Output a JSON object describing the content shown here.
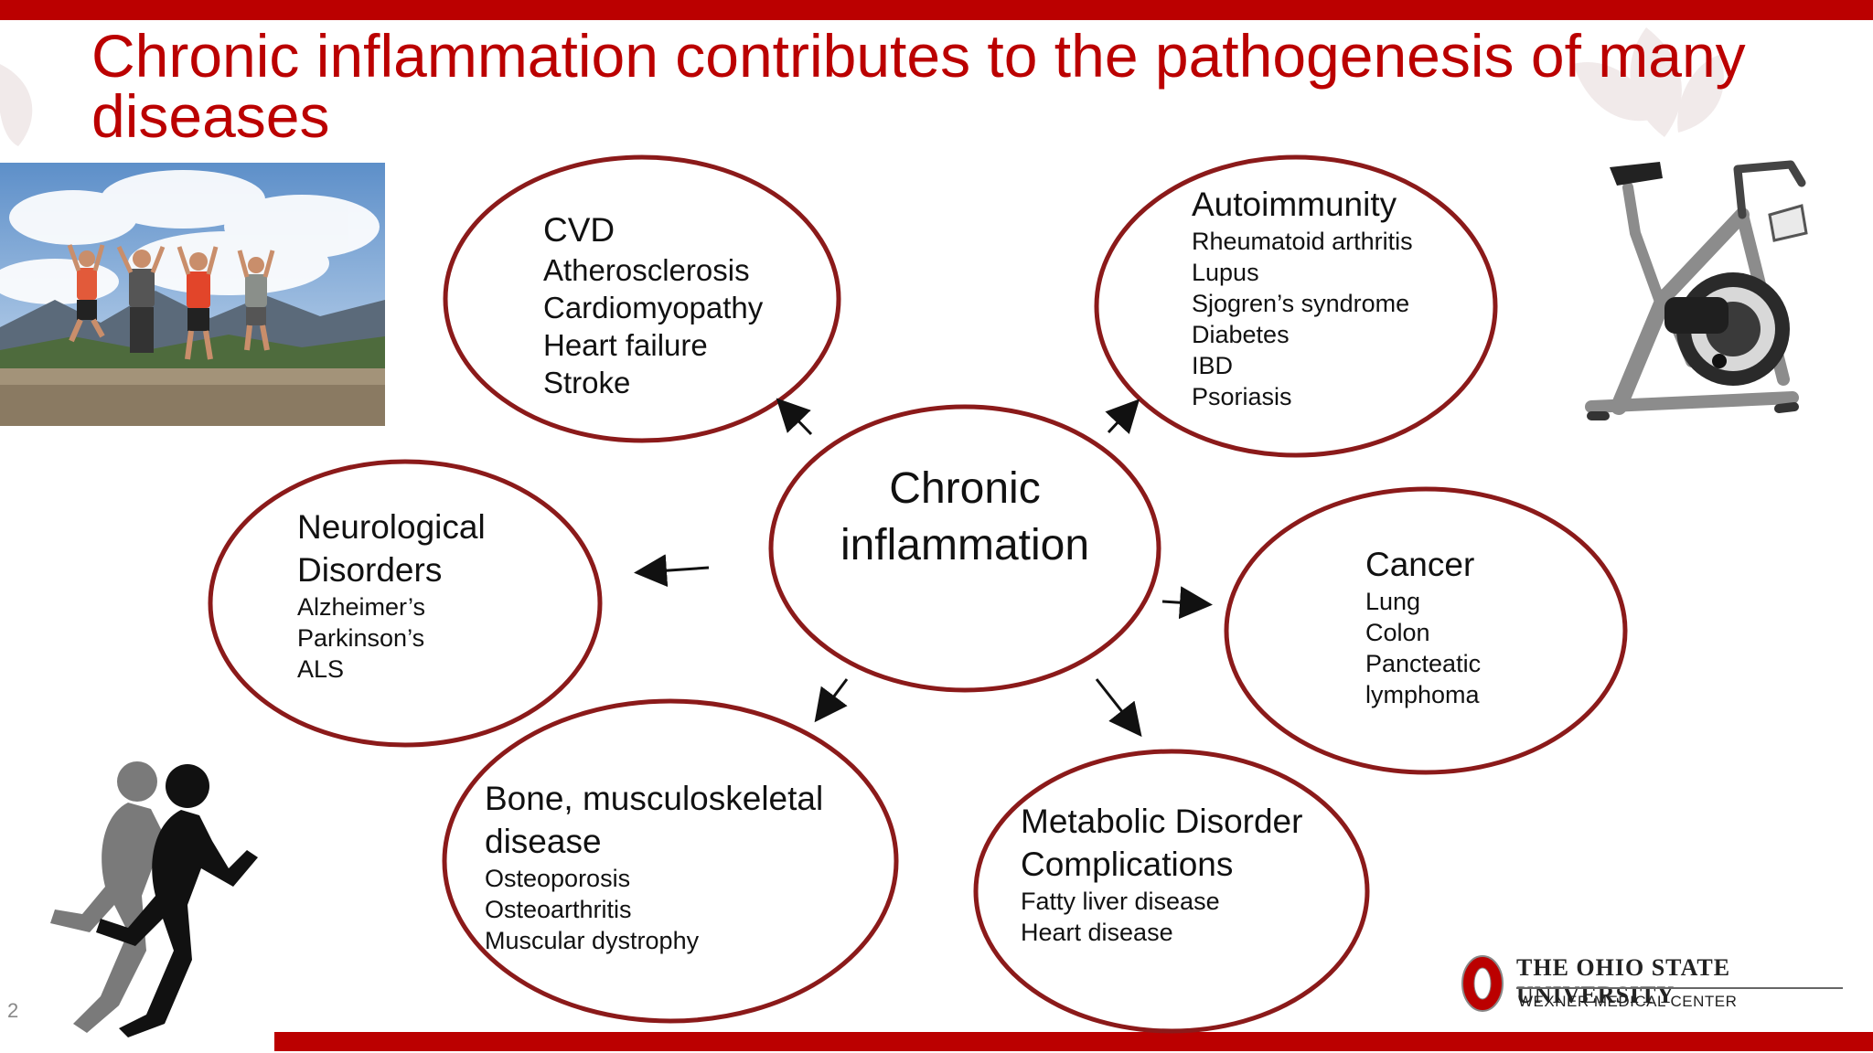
{
  "title": "Chronic inflammation contributes to the pathogenesis of many diseases",
  "center": {
    "line1": "Chronic",
    "line2": "inflammation"
  },
  "nodes": {
    "cvd": {
      "heading": "CVD",
      "items": [
        "Atherosclerosis",
        "Cardiomyopathy",
        "Heart failure",
        "Stroke"
      ]
    },
    "autoimmunity": {
      "heading": "Autoimmunity",
      "items": [
        "Rheumatoid arthritis",
        "Lupus",
        "Sjogren’s syndrome",
        "Diabetes",
        "IBD",
        "Psoriasis"
      ]
    },
    "neuro": {
      "heading1": "Neurological",
      "heading2": "Disorders",
      "items": [
        "Alzheimer’s",
        "Parkinson’s",
        "ALS"
      ]
    },
    "cancer": {
      "heading": "Cancer",
      "items": [
        "Lung",
        "Colon",
        "Pancteatic",
        "lymphoma"
      ]
    },
    "bone": {
      "heading1": "Bone, musculoskeletal",
      "heading2": "disease",
      "items": [
        "Osteoporosis",
        "Osteoarthritis",
        "Muscular dystrophy"
      ]
    },
    "metabolic": {
      "heading1": "Metabolic Disorder",
      "heading2": "Complications",
      "items": [
        "Fatty liver disease",
        "Heart disease"
      ]
    }
  },
  "logo": {
    "university": "THE OHIO STATE UNIVERSITY",
    "center": "WEXNER MEDICAL CENTER"
  },
  "page_number": "2",
  "colors": {
    "brand_red": "#bb0000",
    "ellipse_stroke": "#8b1a1a"
  }
}
